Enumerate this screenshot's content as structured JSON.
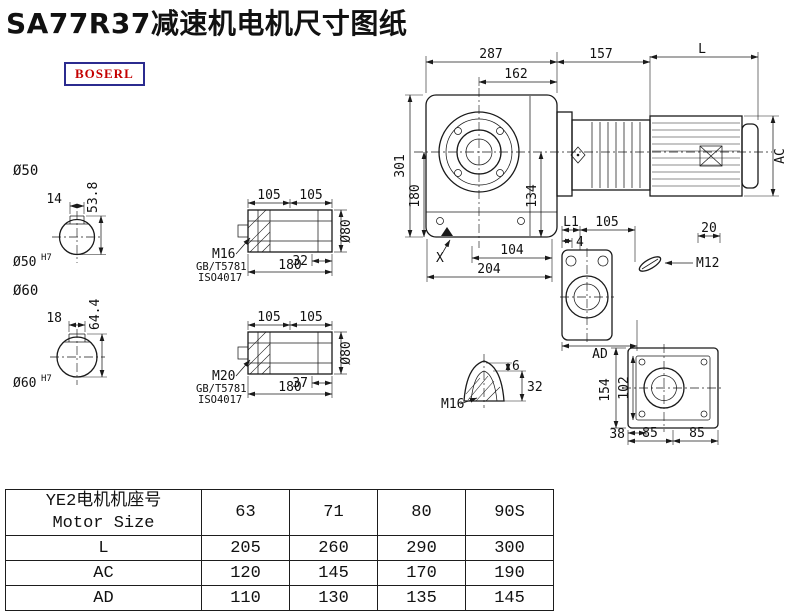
{
  "header": {
    "title": "SA77R37减速机电机尺寸图纸",
    "logo_text": "BOSERL"
  },
  "drawing": {
    "main_view": {
      "width_total": "287",
      "width_flange": "162",
      "adapter_len": "157",
      "motor_len_label": "L",
      "height_total": "301",
      "height_axis": "180",
      "height_134": "134",
      "section_mark": "X",
      "bottom_104": "104",
      "bottom_204": "204",
      "motor_dia_label": "AC"
    },
    "shaft_section_50": {
      "title": "Ø50",
      "keyway_width": "14",
      "keyway_height": "53.8",
      "bore": "Ø50",
      "bore_tol": "H7"
    },
    "shaft_section_60": {
      "title": "Ø60",
      "keyway_width": "18",
      "keyway_height": "64.4",
      "bore": "Ø60",
      "bore_tol": "H7"
    },
    "hollow_shaft_1": {
      "half_a": "105",
      "half_b": "105",
      "bolt": "M16",
      "std_gb": "GB/T5781",
      "std_iso": "ISO4017",
      "thread_depth": "32",
      "length": "180",
      "dia": "Ø80"
    },
    "hollow_shaft_2": {
      "half_a": "105",
      "half_b": "105",
      "bolt": "M20",
      "std_gb": "GB/T5781",
      "std_iso": "ISO4017",
      "thread_depth": "37",
      "length": "180",
      "dia": "Ø80"
    },
    "output_side_view": {
      "l1": "L1",
      "d105": "105",
      "d4": "4",
      "key_20": "20",
      "tap": "M12",
      "ad": "AD"
    },
    "cap_view": {
      "d6": "6",
      "d32": "32",
      "tap": "M16"
    },
    "back_view": {
      "h154": "154",
      "h102": "102",
      "d38": "38",
      "d85a": "85",
      "d85b": "85"
    }
  },
  "table": {
    "header_cn": "YE2电机机座号",
    "header_en": "Motor Size",
    "sizes": [
      "63",
      "71",
      "80",
      "90S"
    ],
    "rows": [
      {
        "label": "L",
        "values": [
          "205",
          "260",
          "290",
          "300"
        ]
      },
      {
        "label": "AC",
        "values": [
          "120",
          "145",
          "170",
          "190"
        ]
      },
      {
        "label": "AD",
        "values": [
          "110",
          "130",
          "135",
          "145"
        ]
      }
    ]
  }
}
